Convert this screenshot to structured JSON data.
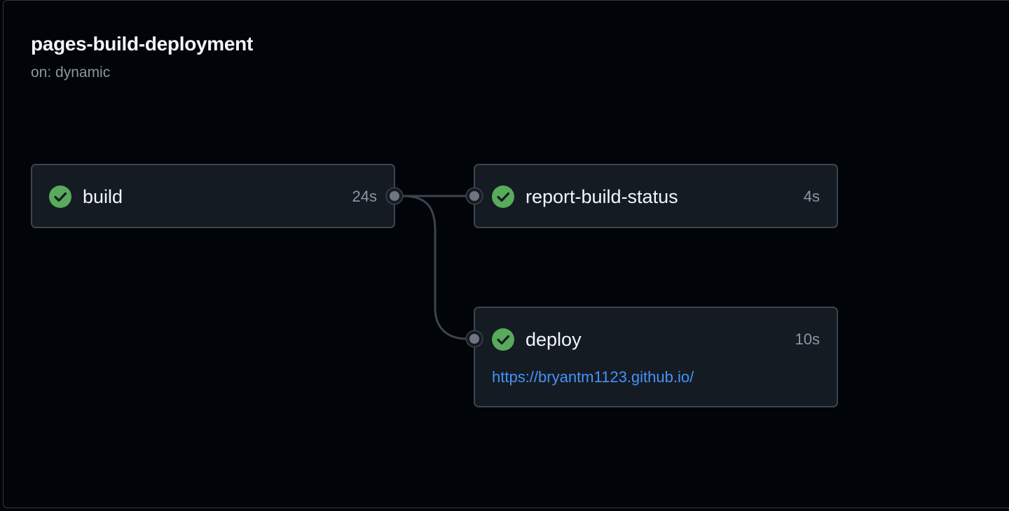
{
  "workflow": {
    "title": "pages-build-deployment",
    "trigger": "on: dynamic"
  },
  "jobs": [
    {
      "name": "build",
      "duration": "24s",
      "status": "success",
      "status_icon": "check-circle-fill-icon"
    },
    {
      "name": "report-build-status",
      "duration": "4s",
      "status": "success",
      "status_icon": "check-circle-fill-icon"
    },
    {
      "name": "deploy",
      "duration": "10s",
      "status": "success",
      "status_icon": "check-circle-fill-icon",
      "link": "https://bryantm1123.github.io/"
    }
  ],
  "colors": {
    "background": "#010409",
    "card": "#151b23",
    "border": "#3d444d",
    "success": "#57ab5a",
    "link": "#4493f8",
    "muted": "#8d96a0",
    "text": "#f0f6fc"
  }
}
